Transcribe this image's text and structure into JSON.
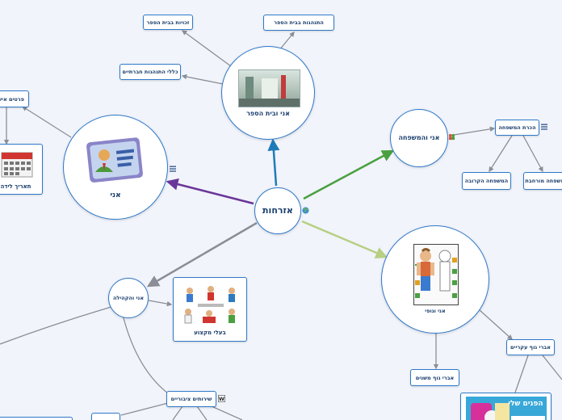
{
  "diagram": {
    "center": {
      "title": "אזרחות"
    },
    "school": {
      "title": "אני ובית הספר",
      "children": [
        "זכויות בבית הספר",
        "התנהגות בבית הספר",
        "כללי התנהגות חברתיים"
      ]
    },
    "family": {
      "title": "אני והמשפחה",
      "child": "הכרת המשפחה",
      "grandchildren": [
        "המשפחה הקרובה",
        "המשפחה מורחבת"
      ]
    },
    "me": {
      "title": "אני",
      "child": "פרטים אישיים",
      "image_caption": "תאריך לידה"
    },
    "body": {
      "title": "אני וגופי",
      "children": [
        "אברי גוף משנים",
        "אברי גוף עקריים"
      ],
      "image_caption": "הפנים שלי"
    },
    "community": {
      "title": "אני והקהילה",
      "image_caption": "בעלי מקצוע",
      "child": "שירותים ציבוריים"
    }
  },
  "icons": {
    "globe": "globe-icon",
    "menu": "menu-icon",
    "word_doc": "word-doc-icon",
    "family_people": "people-icon"
  },
  "colors": {
    "link_school": "#1f7bb8",
    "link_family": "#4aa040",
    "link_me": "#6a3699",
    "link_body": "#b8cf84",
    "link_community": "#8b8e96",
    "link_child": "#8b8e96",
    "node_border": "#2f79c9"
  }
}
